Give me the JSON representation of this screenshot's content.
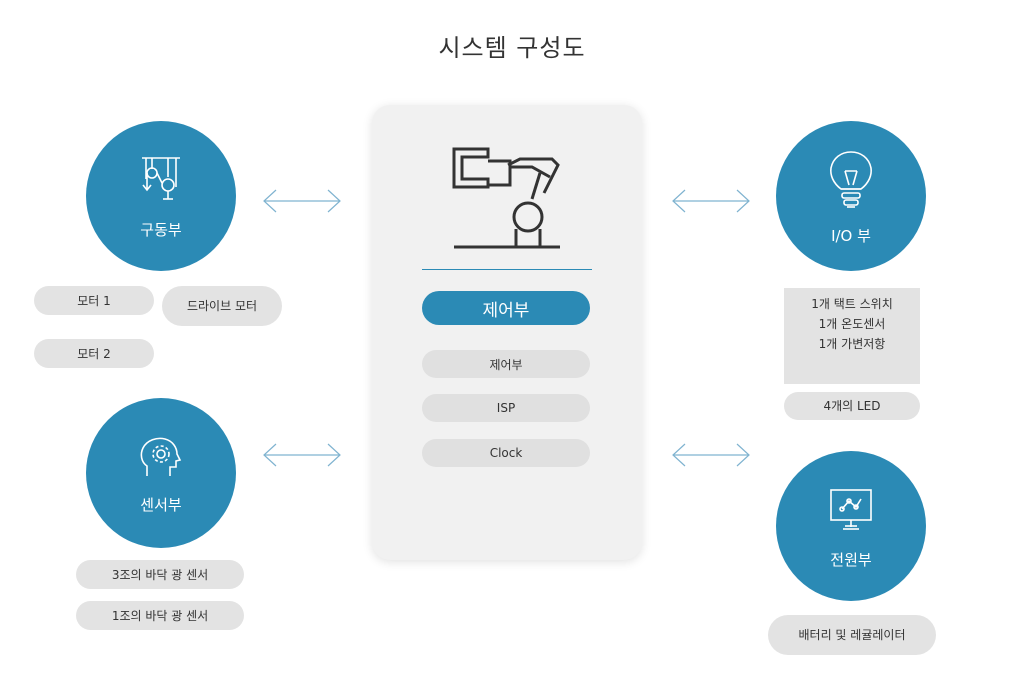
{
  "title": "시스템 구성도",
  "colors": {
    "accent": "#2b8ab5",
    "pill": "#e3e3e3",
    "panel": "#f1f1f1"
  },
  "drive": {
    "label": "구동부",
    "icon": "pulley-icon",
    "items": [
      "모터 1",
      "드라이브 모터",
      "모터 2"
    ]
  },
  "sensor": {
    "label": "센서부",
    "icon": "head-gear-icon",
    "items": [
      "3조의 바닥 광 센서",
      "1조의 바닥 광 센서"
    ]
  },
  "control": {
    "label": "제어부",
    "icon": "robot-arm-icon",
    "items": [
      "제어부",
      "ISP",
      "Clock"
    ]
  },
  "io": {
    "label": "I/O 부",
    "icon": "light-bulb-icon",
    "box_lines": [
      "1개 택트 스위치",
      "1개 온도센서",
      "1개 가변저항"
    ],
    "led": "4개의 LED"
  },
  "power": {
    "label": "전원부",
    "icon": "monitor-chart-icon",
    "items": [
      "배터리 및 레귤레이터"
    ]
  }
}
